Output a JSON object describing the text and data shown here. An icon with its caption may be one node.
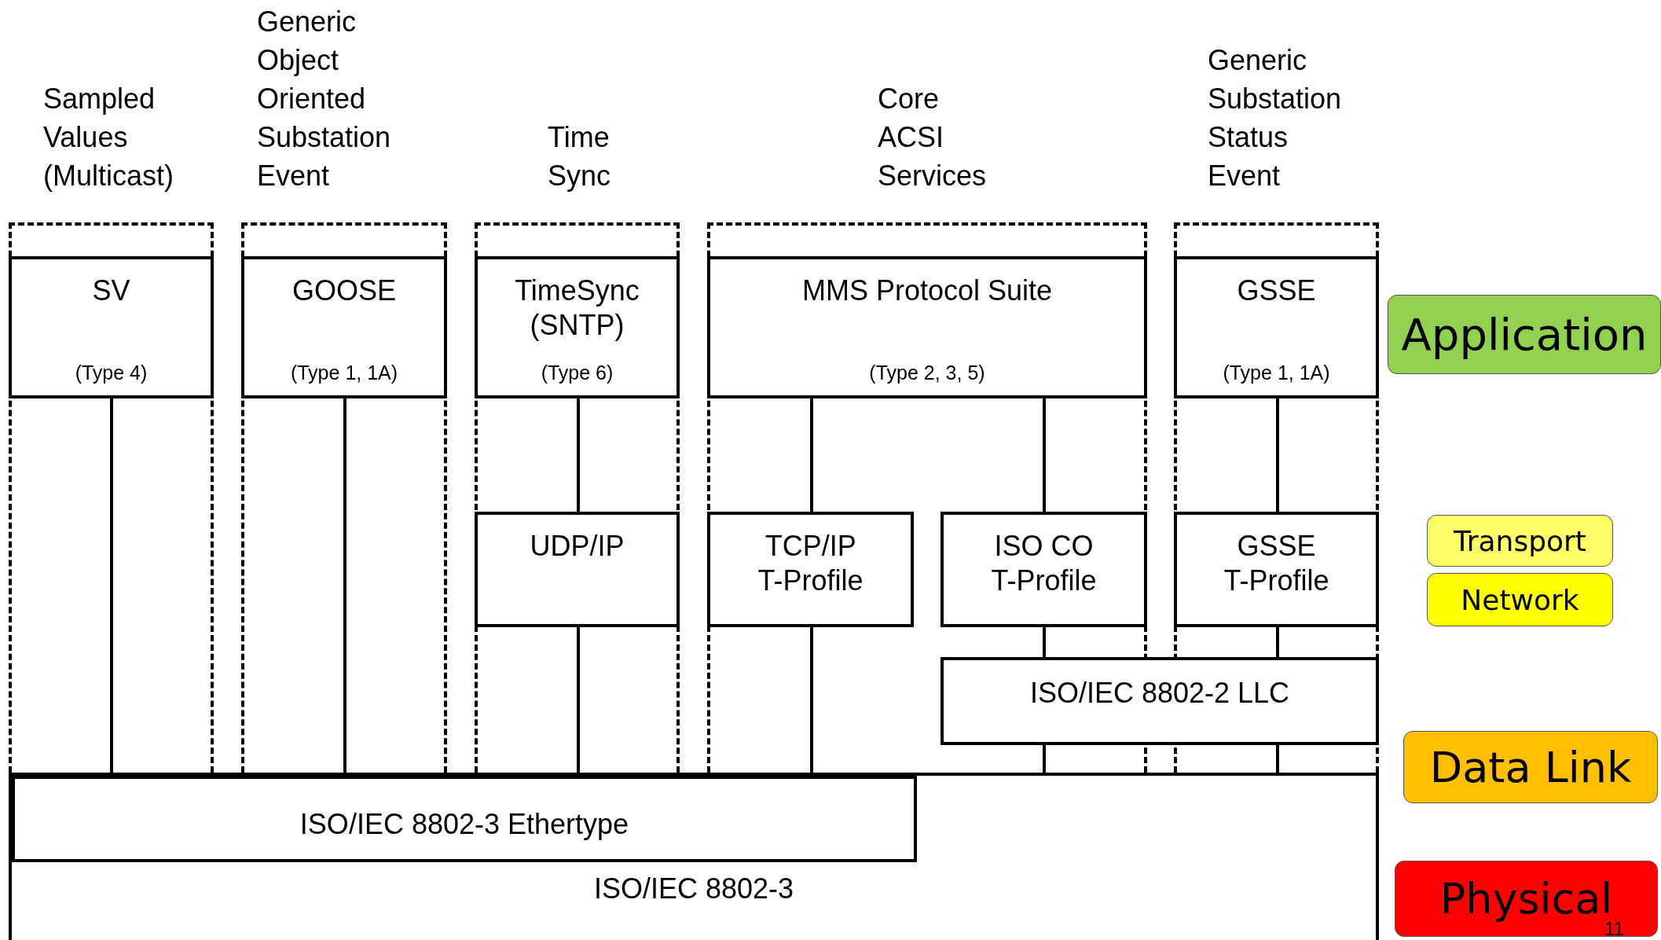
{
  "diagram": {
    "nodes": [
      {
        "text": [
          "Sampled Values (Multicast)"
        ]
      },
      {
        "text": [
          "SV",
          "(Type 4)"
        ],
        "in": 0
      },
      {
        "text": [
          "Generic Object Oriented Substation Event"
        ]
      },
      {
        "text": [
          "GOOSE",
          "(Type 1, 1A)"
        ],
        "in": 2
      },
      {
        "text": [
          "Time Sync"
        ]
      },
      {
        "text": [
          "TimeSync (SNTP)",
          "(Type 6)"
        ],
        "in": 4
      },
      {
        "text": [
          "UDP/IP"
        ],
        "in": 4
      },
      {
        "text": [
          "Core ACSI Services"
        ]
      },
      {
        "text": [
          "MMS Protocol Suite",
          "(Type 2, 3, 5)"
        ],
        "in": 7
      },
      {
        "text": [
          "TCP/IP T-Profile"
        ],
        "in": 7
      },
      {
        "text": [
          "ISO CO T-Profile"
        ],
        "in": 7
      },
      {
        "text": [
          "Generic Substation Status Event"
        ]
      },
      {
        "text": [
          "GSSE",
          "(Type 1, 1A)"
        ],
        "in": 11
      },
      {
        "text": [
          "GSSE T-Profile"
        ],
        "in": 11
      },
      {
        "text": [
          "ISO/IEC 8802-2 LLC"
        ]
      },
      {
        "text": [
          "ISO/IEC 8802-3"
        ]
      },
      {
        "text": [
          "ISO/IEC 8802-3 Ethertype"
        ],
        "in": 15
      },
      {
        "text": [
          "Application"
        ]
      },
      {
        "text": [
          "Transport"
        ]
      },
      {
        "text": [
          "Network"
        ]
      },
      {
        "text": [
          "Data Link"
        ]
      },
      {
        "text": [
          "Physical"
        ]
      }
    ],
    "edges": [
      {
        "from": 1,
        "to": 16,
        "arrow": "none"
      },
      {
        "from": 3,
        "to": 16,
        "arrow": "none"
      },
      {
        "from": 5,
        "to": 6,
        "arrow": "none"
      },
      {
        "from": 6,
        "to": 16,
        "arrow": "none"
      },
      {
        "from": 8,
        "to": 9,
        "arrow": "none"
      },
      {
        "from": 8,
        "to": 10,
        "arrow": "none"
      },
      {
        "from": 9,
        "to": 16,
        "arrow": "none"
      },
      {
        "from": 10,
        "to": 14,
        "arrow": "none"
      },
      {
        "from": 12,
        "to": 13,
        "arrow": "none"
      },
      {
        "from": 13,
        "to": 14,
        "arrow": "none"
      },
      {
        "from": 14,
        "to": 15,
        "arrow": "none"
      },
      {
        "from": 14,
        "to": 15,
        "arrow": "none"
      }
    ],
    "labels": [
      "11"
    ]
  }
}
